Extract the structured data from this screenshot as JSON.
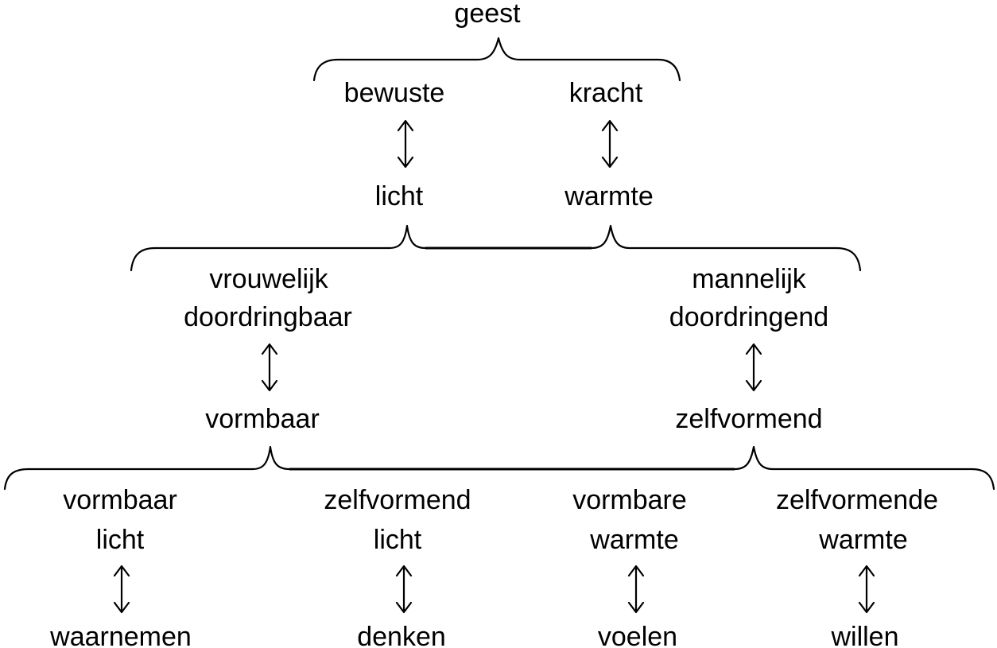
{
  "top": {
    "label": "geest"
  },
  "level1": {
    "left": {
      "label": "bewuste",
      "pair": "licht"
    },
    "right": {
      "label": "kracht",
      "pair": "warmte"
    }
  },
  "level2": {
    "left": {
      "line1": "vrouwelijk",
      "line2": "doordringbaar",
      "pair": "vormbaar"
    },
    "right": {
      "line1": "mannelijk",
      "line2": "doordringend",
      "pair": "zelfvormend"
    }
  },
  "level3": [
    {
      "line1": "vormbaar",
      "line2": "licht",
      "pair": "waarnemen"
    },
    {
      "line1": "zelfvormend",
      "line2": "licht",
      "pair": "denken"
    },
    {
      "line1": "vormbare",
      "line2": "warmte",
      "pair": "voelen"
    },
    {
      "line1": "zelfvormende",
      "line2": "warmte",
      "pair": "willen"
    }
  ]
}
